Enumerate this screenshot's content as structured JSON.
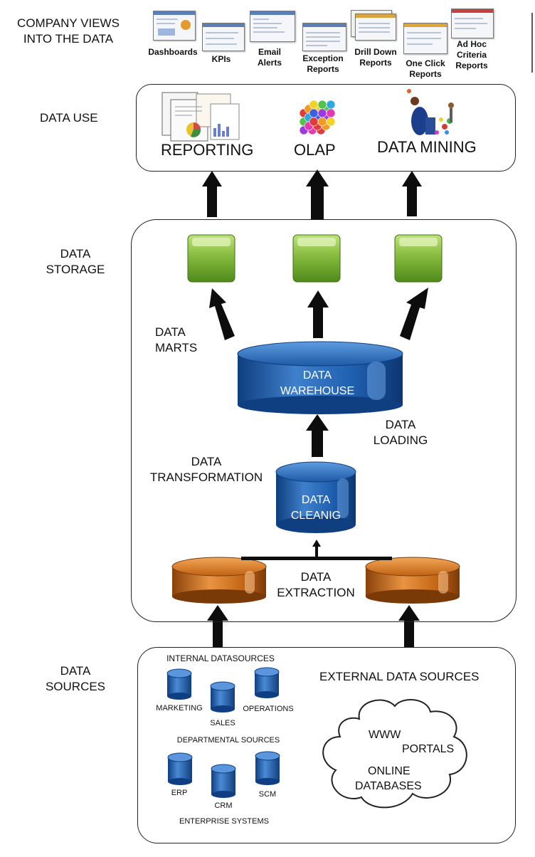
{
  "layers": {
    "company_views": [
      "COMPANY VIEWS",
      "INTO THE DATA"
    ],
    "data_use": "DATA USE",
    "data_storage": [
      "DATA",
      "STORAGE"
    ],
    "data_sources": [
      "DATA",
      "SOURCES"
    ]
  },
  "views": [
    [
      "Dashboards"
    ],
    [
      "KPIs"
    ],
    [
      "Email",
      "Alerts"
    ],
    [
      "Exception",
      "Reports"
    ],
    [
      "Drill Down",
      "Reports"
    ],
    [
      "One Click",
      "Reports"
    ],
    [
      "Ad Hoc",
      "Criteria",
      "Reports"
    ]
  ],
  "data_use": {
    "reporting": "REPORTING",
    "olap": "OLAP",
    "data_mining": "DATA MINING"
  },
  "storage": {
    "data_marts": [
      "DATA",
      "MARTS"
    ],
    "data_warehouse": [
      "DATA",
      "WAREHOUSE"
    ],
    "data_loading": [
      "DATA",
      "LOADING"
    ],
    "data_transformation": [
      "DATA",
      "TRANSFORMATION"
    ],
    "data_cleaning": [
      "DATA",
      "CLEANIG"
    ],
    "data_extraction": [
      "DATA",
      "EXTRACTION"
    ]
  },
  "sources": {
    "internal_title": "INTERNAL DATASOURCES",
    "marketing": "MARKETING",
    "sales": "SALES",
    "operations": "OPERATIONS",
    "departmental": "DEPARTMENTAL SOURCES",
    "erp": "ERP",
    "crm": "CRM",
    "scm": "SCM",
    "enterprise": "ENTERPRISE SYSTEMS",
    "external_title": "EXTERNAL DATA SOURCES",
    "www": "WWW",
    "portals": "PORTALS",
    "online": "ONLINE",
    "databases": "DATABASES"
  },
  "colors": {
    "arrow": "#0d0d0d",
    "warehouse_blue": "#1d5aa8",
    "mart_green": "#7fb53a",
    "extraction_orange": "#c86a14",
    "source_blue": "#1e5db0"
  }
}
